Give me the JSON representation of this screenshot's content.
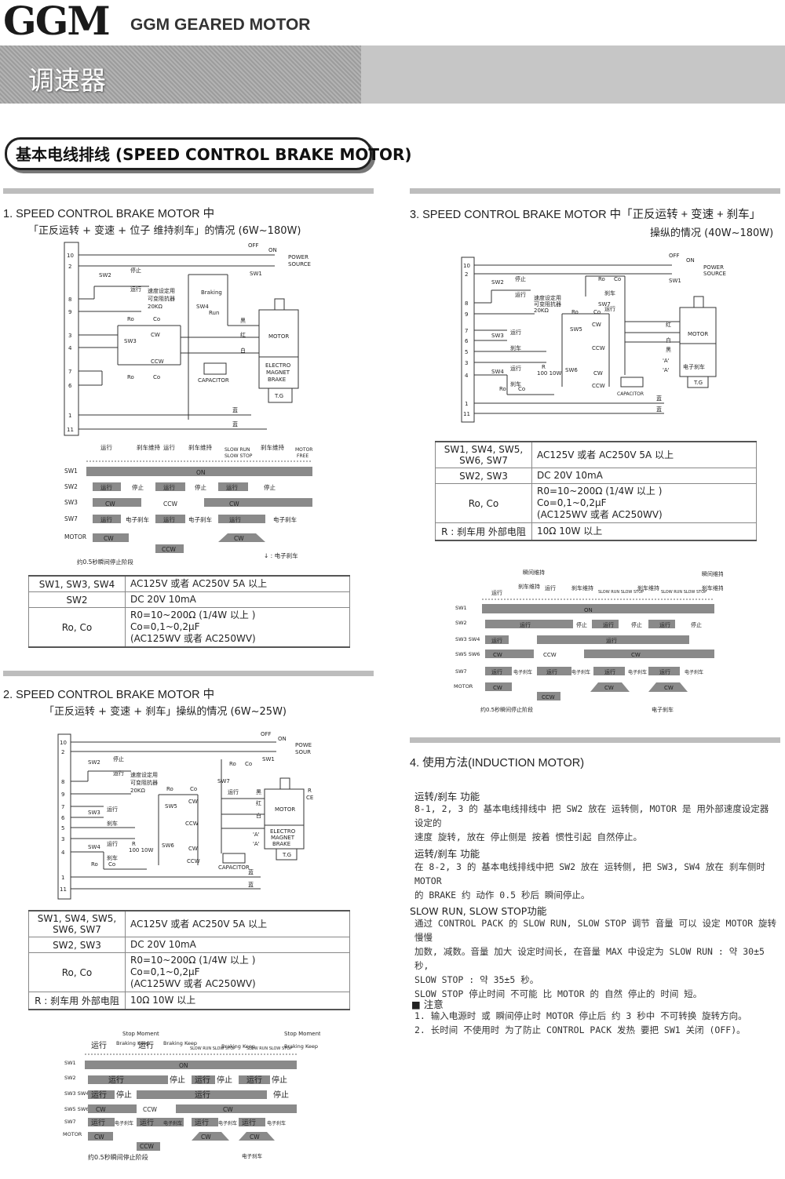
{
  "header": {
    "logo": "GGM",
    "brand": "GGM GEARED MOTOR",
    "page_title": "调速器"
  },
  "section": {
    "title": "基本电线排线 (SPEED CONTROL BRAKE MOTOR)"
  },
  "s1": {
    "title_l1": "1. SPEED CONTROL BRAKE MOTOR 中",
    "title_l2": "「正反运转 + 变速 + 位子 维持刹车」的情况 (6W~180W)",
    "table": [
      {
        "k": "SW1, SW3, SW4",
        "v": [
          "AC125V 或者 AC250V 5A 以上"
        ]
      },
      {
        "k": "SW2",
        "v": [
          "DC 20V 10mA"
        ]
      },
      {
        "k": "Ro, Co",
        "v": [
          "R0=10~200Ω (1/4W 以上 )",
          "Co=0,1~0,2μF",
          "(AC125WV 或者 AC250WV)"
        ]
      }
    ],
    "timing": {
      "top": [
        "运行",
        "刹车维持",
        "运行",
        "刹车维持",
        "SLOW RUN",
        "SLOW STOP",
        "刹车维持",
        "MOTOR",
        "FREE"
      ],
      "rows": [
        "SW1",
        "SW2",
        "SW3",
        "SW7",
        "MOTOR"
      ],
      "on": "ON",
      "run": "运行",
      "stop": "停止",
      "cw": "CW",
      "ccw": "CCW",
      "ebrake": "电子刹车",
      "note_left": "约0.5秒瞬间停止阶段",
      "note_right": "↓ : 电子刹车"
    },
    "wiring": {
      "terms": [
        "10",
        "2",
        "8",
        "9",
        "3",
        "4",
        "7",
        "6",
        "1",
        "11"
      ],
      "off": "OFF",
      "on": "ON",
      "power": "POWER",
      "source": "SOURCE",
      "sw1": "SW1",
      "sw2": "SW2",
      "sw3": "SW3",
      "sw4": "SW4",
      "stop": "停止",
      "run": "运行",
      "resistor": "速度设定用",
      "resistor2": "可变阻抗器",
      "ohm": "20KΩ",
      "ro": "Ro",
      "co": "Co",
      "cw": "CW",
      "ccw": "CCW",
      "braking": "Braking",
      "runw": "Run",
      "black": "黑",
      "red": "红",
      "white": "白",
      "blue": "蓝",
      "motor": "MOTOR",
      "emb1": "ELECTRO",
      "emb2": "MAGNET",
      "emb3": "BRAKE",
      "cap": "CAPACITOR",
      "tg": "T.G"
    }
  },
  "s2": {
    "title_l1": "2. SPEED CONTROL BRAKE MOTOR 中",
    "title_l2": "「正反运转 + 变速 + 刹车」操纵的情况 (6W~25W)",
    "table": [
      {
        "k": "SW1, SW4, SW5, SW6, SW7",
        "v": [
          "AC125V 或者 AC250V 5A 以上"
        ]
      },
      {
        "k": "SW2, SW3",
        "v": [
          "DC 20V 10mA"
        ]
      },
      {
        "k": "Ro, Co",
        "v": [
          "R0=10~200Ω (1/4W 以上 )",
          "Co=0,1~0,2μF",
          "(AC125WV 或者 AC250WV)"
        ]
      },
      {
        "k": "R : 刹车用 外部电阻",
        "v": [
          "10Ω 10W 以上"
        ]
      }
    ],
    "timing": {
      "top": [
        "运行",
        "Braking Keep",
        "运行",
        "Braking Keep",
        "SLOW RUN SLOW STOP",
        "Braking Keep",
        "SLOW RUN SLOW STOP",
        "Braking Keep"
      ],
      "stop_moment": "Stop Moment",
      "rows": [
        "SW1",
        "SW2",
        "SW3 SW4",
        "SW5 SW6",
        "SW7",
        "MOTOR"
      ],
      "on": "ON",
      "run": "运行",
      "stop": "停止",
      "cw": "CW",
      "ccw": "CCW",
      "ebrake": "电子刹车",
      "note_left": "约0.5秒瞬间停止阶段",
      "note_right": "电子刹车"
    },
    "wiring": {
      "power": "POWE",
      "source": "SOUR",
      "r": "R",
      "ce": "CE",
      "sw5": "SW5",
      "sw6": "SW6",
      "sw7": "SW7",
      "brake": "刹车",
      "a": "'A'",
      "r100": "R",
      "r100w": "100 10W"
    }
  },
  "s3": {
    "title_l1": "3. SPEED CONTROL BRAKE MOTOR 中「正反运转 + 变速 + 刹车」",
    "title_l2": "操纵的情况 (40W~180W)",
    "table": [
      {
        "k": "SW1, SW4, SW5, SW6, SW7",
        "v": [
          "AC125V 或者 AC250V 5A 以上"
        ]
      },
      {
        "k": "SW2, SW3",
        "v": [
          "DC 20V 10mA"
        ]
      },
      {
        "k": "Ro, Co",
        "v": [
          "R0=10~200Ω (1/4W 以上 )",
          "Co=0,1~0,2μF",
          "(AC125WV 或者 AC250WV)"
        ]
      },
      {
        "k": "R : 刹车用 外部电阻",
        "v": [
          "10Ω 10W 以上"
        ]
      }
    ],
    "timing": {
      "instant": "瞬间维持",
      "top": [
        "运行",
        "刹车维持",
        "运行",
        "刹车维持",
        "SLOW RUN SLOW STOP",
        "刹车维持",
        "SLOW RUN SLOW STOP",
        "刹车维持"
      ],
      "rows": [
        "SW1",
        "SW2",
        "SW3 SW4",
        "SW5 SW6",
        "SW7",
        "MOTOR"
      ],
      "note_left": "约0.5秒瞬间停止阶段",
      "note_right": "电子刹车"
    }
  },
  "s4": {
    "title": "4. 使用方法(INDUCTION MOTOR)",
    "p1_title": "运转/刹车 功能",
    "p1": [
      "8-1, 2, 3 的 基本电线排线中 把 SW2 放在 运转侧, MOTOR 是 用外部速度设定器 设定的",
      "速度 旋转, 放在 停止侧是 按着 惯性引起 自然停止。"
    ],
    "p2_title": "运转/刹车 功能",
    "p2": [
      "在 8-2, 3 的 基本电线排线中把 SW2 放在 运转侧, 把 SW3, SW4 放在 刹车侧时 MOTOR",
      "的 BRAKE 约 动作 0.5 秒后 瞬间停止。"
    ],
    "p3_title": "SLOW RUN, SLOW STOP功能",
    "p3": [
      "通过 CONTROL PACK 的 SLOW RUN, SLOW STOP 调节 音量 可以 设定 MOTOR 旋转 慢慢",
      "加数, 减数。音量 加大 设定时间长, 在音量 MAX 中设定为 SLOW RUN : 약 30±5 秒,",
      "SLOW STOP : 약 35±5 秒。",
      "SLOW STOP 停止时间 不可能 比 MOTOR 的 自然 停止的 时间 短。"
    ],
    "caution_title": "■ 注意",
    "caution": [
      "1. 输入电源时 或 瞬间停止时 MOTOR 停止后 约 3 秒中 不可转换 旋转方向。",
      "2. 长时间 不使用时 为了防止 CONTROL PACK 发热 要把 SW1 关闭 (OFF)。"
    ]
  }
}
